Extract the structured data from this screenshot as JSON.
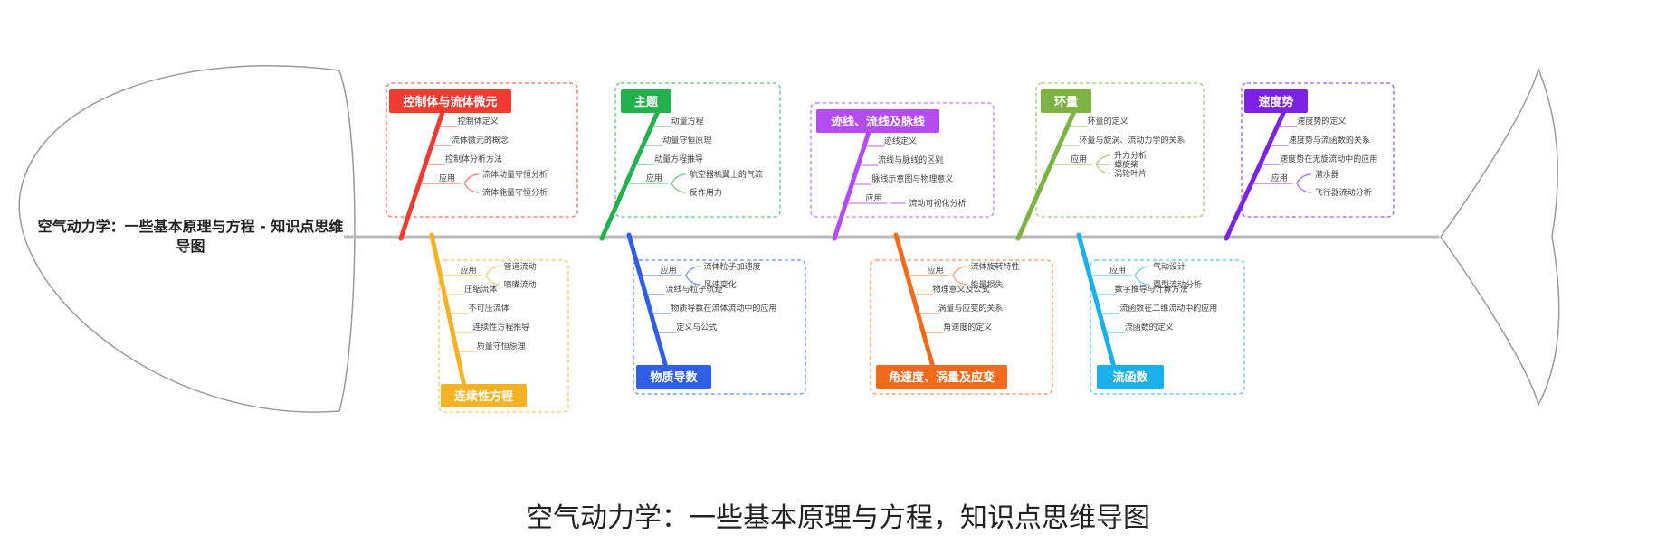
{
  "head_title": "空气动力学：一些基本原理与方程 - 知识点思维导图",
  "caption": "空气动力学：一些基本原理与方程，知识点思维导图",
  "colors": {
    "spine": "#bbbbbb",
    "outline": "#9a9a9a",
    "leaf_text": "#444444"
  },
  "bones_top": [
    {
      "title": "控制体与流体微元",
      "color": "#f23a30",
      "items": [
        {
          "label": "控制体定义"
        },
        {
          "label": "流体微元的概念"
        },
        {
          "label": "控制体分析方法"
        },
        {
          "label": "应用",
          "children": [
            "流体动量守恒分析",
            "流体能量守恒分析"
          ]
        }
      ]
    },
    {
      "title": "主题",
      "color": "#22b14c",
      "items": [
        {
          "label": "动量方程"
        },
        {
          "label": "动量守恒原理"
        },
        {
          "label": "动量方程推导"
        },
        {
          "label": "应用",
          "children": [
            "航空器机翼上的气流",
            "反作用力"
          ]
        }
      ]
    },
    {
      "title": "迹线、流线及脉线",
      "color": "#b44cf2",
      "items": [
        {
          "label": "迹线定义"
        },
        {
          "label": "流线与脉线的区别"
        },
        {
          "label": "脉线示意图与物理意义"
        },
        {
          "label": "应用",
          "children": [
            "流动可视化分析"
          ]
        }
      ]
    },
    {
      "title": "环量",
      "color": "#7cb342",
      "items": [
        {
          "label": "环量的定义"
        },
        {
          "label": "环量与旋涡、流动力学的关系"
        },
        {
          "label": "应用",
          "children": [
            "升力分析",
            "螺旋桨",
            "涡轮叶片"
          ]
        }
      ]
    },
    {
      "title": "速度势",
      "color": "#7b22e6",
      "items": [
        {
          "label": "速度势的定义"
        },
        {
          "label": "速度势与流函数的关系"
        },
        {
          "label": "速度势在无旋流动中的应用"
        },
        {
          "label": "应用",
          "children": [
            "潜水器",
            "飞行器流动分析"
          ]
        }
      ]
    }
  ],
  "bones_bottom": [
    {
      "title": "连续性方程",
      "color": "#f5b324",
      "items": [
        {
          "label": "应用",
          "children": [
            "管道流动",
            "喷嘴流动"
          ]
        },
        {
          "label": "压缩流体"
        },
        {
          "label": "不可压流体"
        },
        {
          "label": "连续性方程推导"
        },
        {
          "label": "质量守恒原理"
        }
      ]
    },
    {
      "title": "物质导数",
      "color": "#2f5fe8",
      "items": [
        {
          "label": "应用",
          "children": [
            "流体粒子加速度",
            "风速变化"
          ]
        },
        {
          "label": "流线与粒子轨迹"
        },
        {
          "label": "物质导数在流体流动中的应用"
        },
        {
          "label": "定义与公式"
        }
      ]
    },
    {
      "title": "角速度、涡量及应变",
      "color": "#f26b1d",
      "items": [
        {
          "label": "应用",
          "children": [
            "流体旋转特性",
            "能量损失"
          ]
        },
        {
          "label": "物理意义及公式"
        },
        {
          "label": "涡量与应变的关系"
        },
        {
          "label": "角速度的定义"
        }
      ]
    },
    {
      "title": "流函数",
      "color": "#1ab0ec",
      "items": [
        {
          "label": "应用",
          "children": [
            "气动设计",
            "翼型流动分析"
          ]
        },
        {
          "label": "数字推导与计算方法"
        },
        {
          "label": "流函数在二维流动中的应用"
        },
        {
          "label": "流函数的定义"
        }
      ]
    }
  ]
}
